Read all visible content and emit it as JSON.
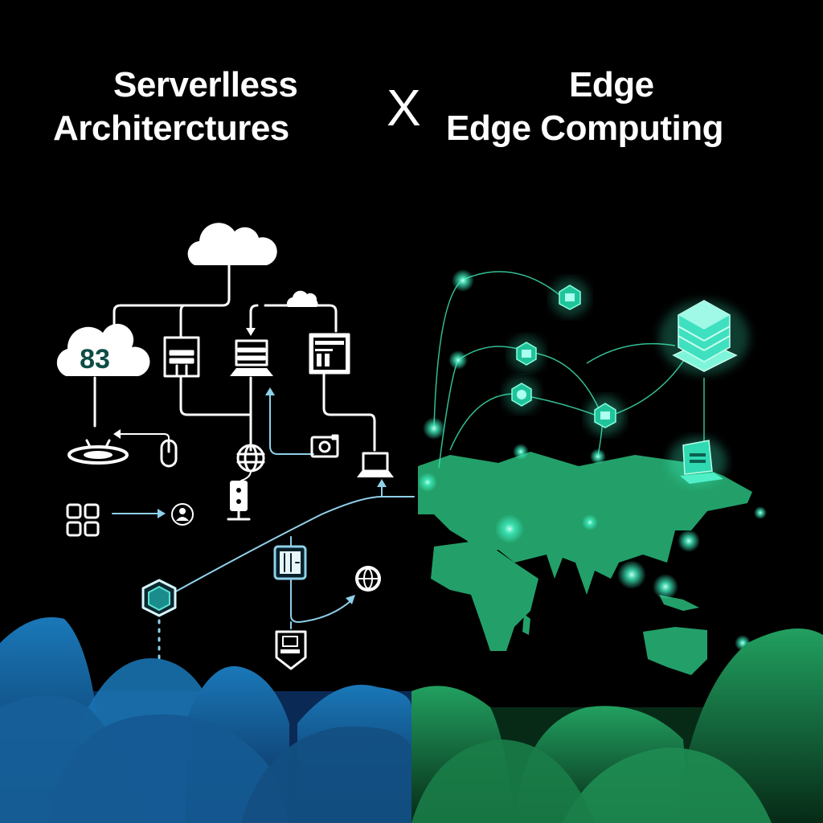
{
  "title": {
    "left_line1": "Serverlless",
    "left_line2": "Architerctures",
    "separator": "X",
    "right_line1": "Edge",
    "right_line2": "Edge Computing"
  },
  "left_panel": {
    "theme": "serverless",
    "accent_color": "#1a6fb0",
    "line_color": "#ffffff",
    "flow_color": "#8fd0ea",
    "cloud_badge_text": "83",
    "icons": [
      "cloud-icon",
      "small-cloud-icon",
      "cloud-function-icon",
      "server-icon",
      "terminal-icon",
      "dashboard-icon",
      "api-gateway-icon",
      "mouse-icon",
      "globe-icon",
      "camera-icon",
      "laptop-icon",
      "apps-grid-icon",
      "user-icon",
      "speaker-icon",
      "hexagon-node-icon",
      "circuit-board-icon",
      "globe-target-icon",
      "shield-device-icon"
    ]
  },
  "right_panel": {
    "theme": "edge",
    "accent_color": "#1f9a5e",
    "glow_color": "#3ef0c0",
    "icons": [
      "world-map",
      "server-stack-icon",
      "edge-laptop-icon",
      "edge-node-icon"
    ]
  }
}
